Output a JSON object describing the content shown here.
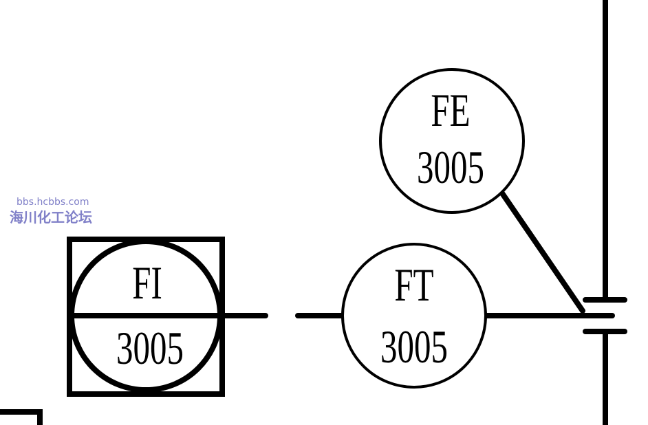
{
  "watermark": {
    "url": "bbs.hcbbs.com",
    "name": "海川化工论坛"
  },
  "instruments": {
    "fi": {
      "function": "FI",
      "number": "3005"
    },
    "ft": {
      "function": "FT",
      "number": "3005"
    },
    "fe": {
      "function": "FE",
      "number": "3005"
    }
  },
  "colors": {
    "line": "#000000",
    "watermark": "#8080c8",
    "background": "#ffffff"
  }
}
